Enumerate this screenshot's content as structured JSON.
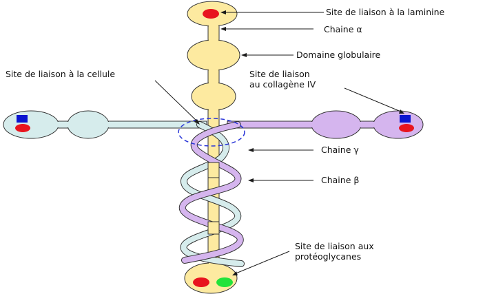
{
  "diagram": {
    "labels": {
      "laminin_site": "Site de liaison à la laminine",
      "alpha_chain": "Chaine α",
      "globular_domain": "Domaine globulaire",
      "cell_site": "Site de liaison à la cellule",
      "collagen_site_line1": "Site de liaison",
      "collagen_site_line2": "au collagène IV",
      "gamma_chain": "Chaine γ",
      "beta_chain": "Chaine β",
      "proteoglycan_site_line1": "Site de liaison aux",
      "proteoglycan_site_line2": "protéoglycanes"
    },
    "colors": {
      "alpha": "#fdeaa0",
      "beta": "#d6ecec",
      "gamma": "#d5b5ee",
      "outline": "#333333",
      "red_site": "#e8141e",
      "green_site": "#22e33a",
      "blue_site": "#0a14d0",
      "dashed_circle": "#2a36d8"
    }
  }
}
